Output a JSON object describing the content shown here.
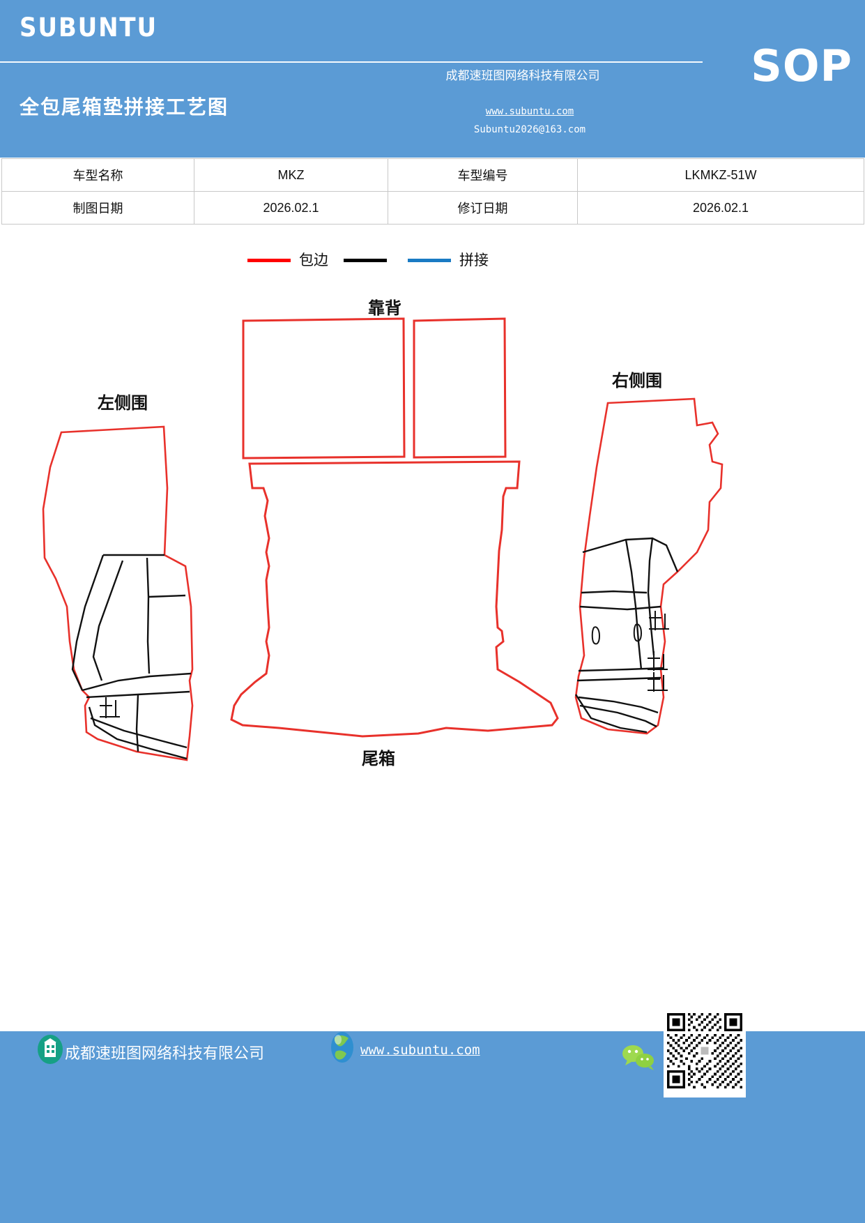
{
  "header": {
    "brand": "SUBUNTU",
    "doc_type": "SOP",
    "title": "全包尾箱垫拼接工艺图",
    "company": "成都速班图网络科技有限公司",
    "url": "www.subuntu.com",
    "email": "Subuntu2026@163.com"
  },
  "info_table": {
    "rows": [
      {
        "label_1": "车型名称",
        "value_1": "MKZ",
        "label_2": "车型编号",
        "value_2": "LKMKZ-51W"
      },
      {
        "label_1": "制图日期",
        "value_1": "2026.02.1",
        "label_2": "修订日期",
        "value_2": "2026.02.1"
      }
    ]
  },
  "legend": {
    "items": [
      {
        "label": "包边",
        "color": "#ff0000"
      },
      {
        "label": "",
        "color": "#000000"
      },
      {
        "label": "拼接",
        "color": "#1a7bc4"
      }
    ]
  },
  "drawing": {
    "labels": {
      "backrest": "靠背",
      "left_side": "左侧围",
      "right_side": "右侧围",
      "trunk": "尾箱"
    },
    "colors": {
      "binding": "#e8312b",
      "seam": "#000000",
      "splice": "#1a7bc4"
    }
  },
  "footer": {
    "company": "成都速班图网络科技有限公司",
    "url": "www.subuntu.com"
  }
}
